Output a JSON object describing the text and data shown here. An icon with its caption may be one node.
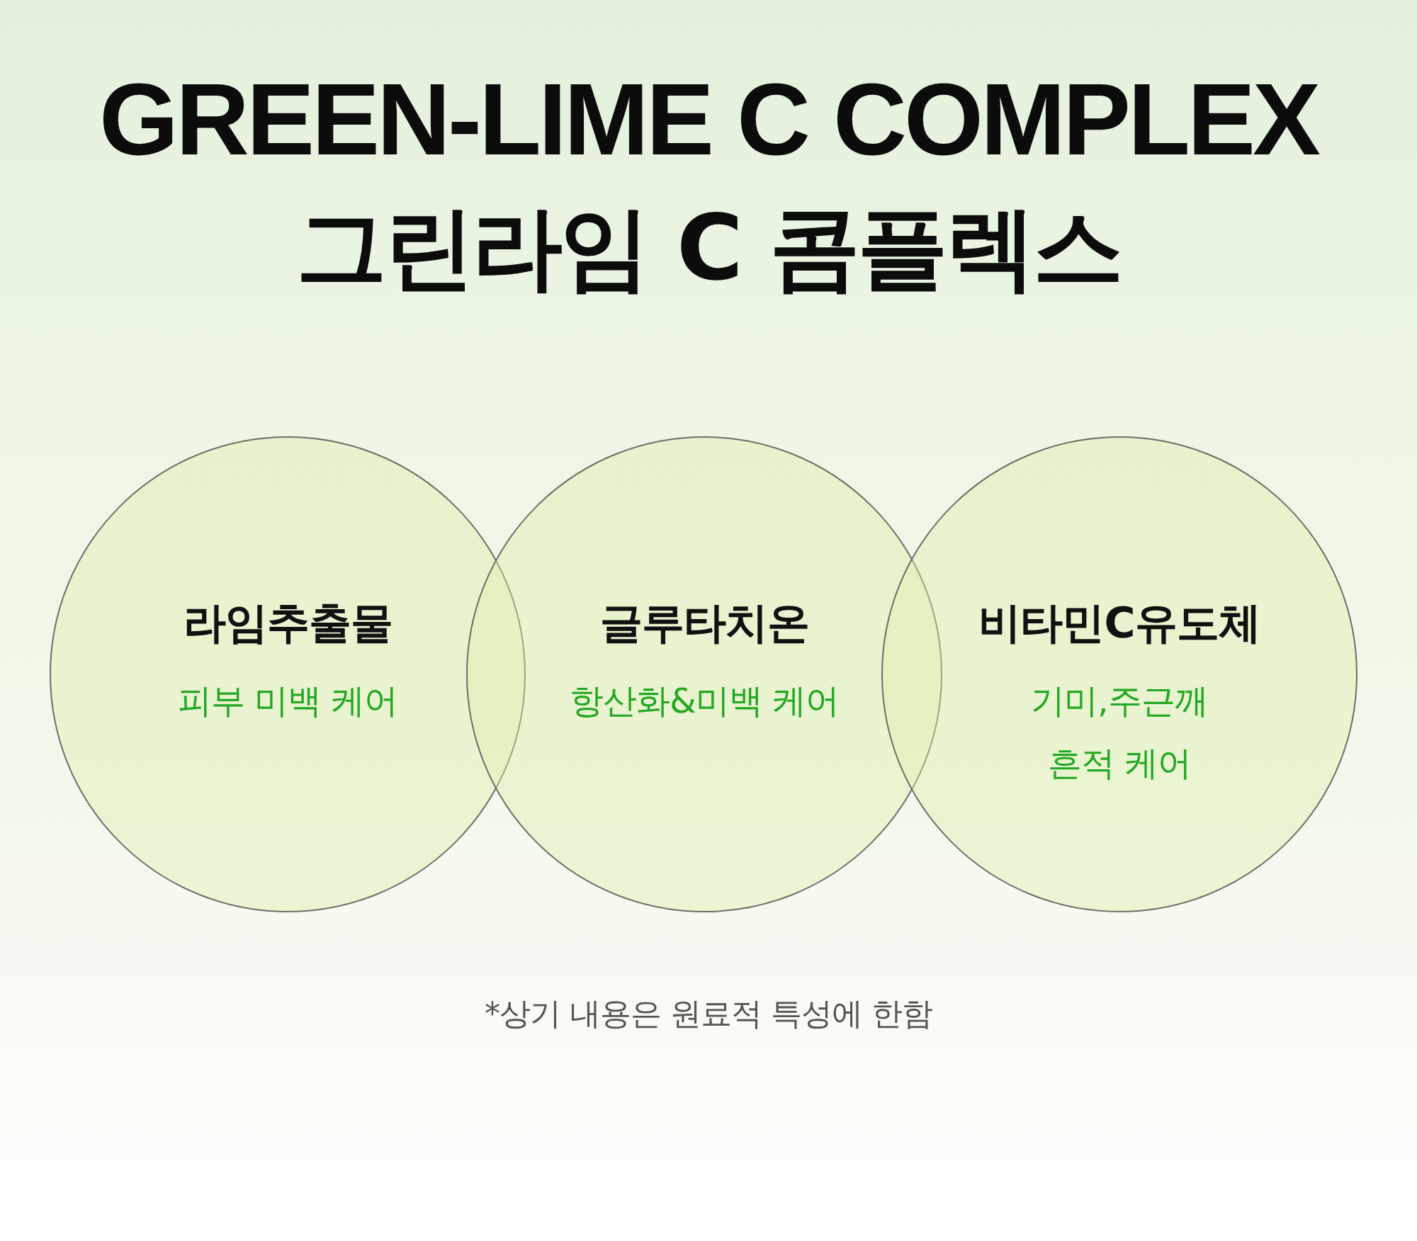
{
  "diagram": {
    "title": "GREEN-LIME C COMPLEX",
    "nodes": [
      {
        "text": [
          "라임추출물",
          "피부 미백 케어"
        ]
      },
      {
        "text": [
          "글루타치온",
          "항산화&미백 케어"
        ]
      },
      {
        "text": [
          "비타민C유도체",
          "기미,주근깨 흔적 케어"
        ]
      }
    ],
    "labels": [
      "그린라임 C 콤플렉스",
      "*상기 내용은 원료적 특성에 한함"
    ]
  }
}
